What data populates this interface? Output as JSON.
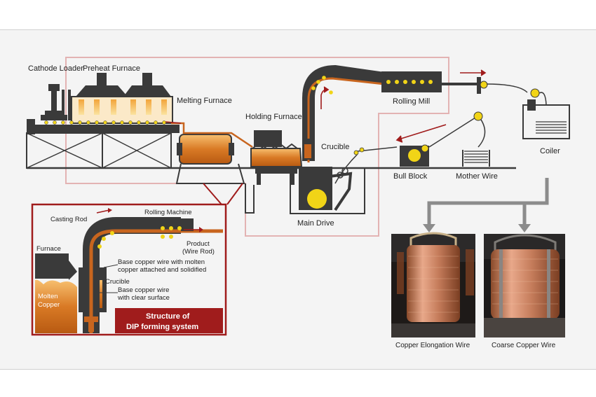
{
  "labels": {
    "cathode_loader": "Cathode Loader",
    "preheat_furnace": "Preheat Furnace",
    "melting_furnace": "Melting Furnace",
    "holding_furnace": "Holding Furnace",
    "crucible": "Crucible",
    "rolling_mill": "Rolling Mill",
    "coiler": "Coiler",
    "bull_block": "Bull Block",
    "mother_wire": "Mother Wire",
    "main_drive": "Main Drive"
  },
  "inset": {
    "casting_rod": "Casting Rod",
    "rolling_machine": "Rolling Machine",
    "product": "Product",
    "wire_rod": "(Wire Rod)",
    "furnace": "Furnace",
    "base_wire_1a": "Base copper wire with molten",
    "base_wire_1b": "copper attached and solidified",
    "crucible": "Crucible",
    "base_wire_2a": "Base copper wire",
    "base_wire_2b": "with clear surface",
    "molten_1": "Molten",
    "molten_2": "Copper",
    "title_1": "Structure of",
    "title_2": "DIP forming system"
  },
  "photos": {
    "left_caption": "Copper Elongation Wire",
    "right_caption": "Coarse Copper Wire"
  },
  "colors": {
    "dark": "#3a3a3a",
    "copper": "#c8651e",
    "copper_light": "#f0a040",
    "accent_red": "#a01c1c",
    "pink_line": "#e3b3b3",
    "yellow": "#f1d417",
    "arrow_gray": "#8c8c8c"
  }
}
